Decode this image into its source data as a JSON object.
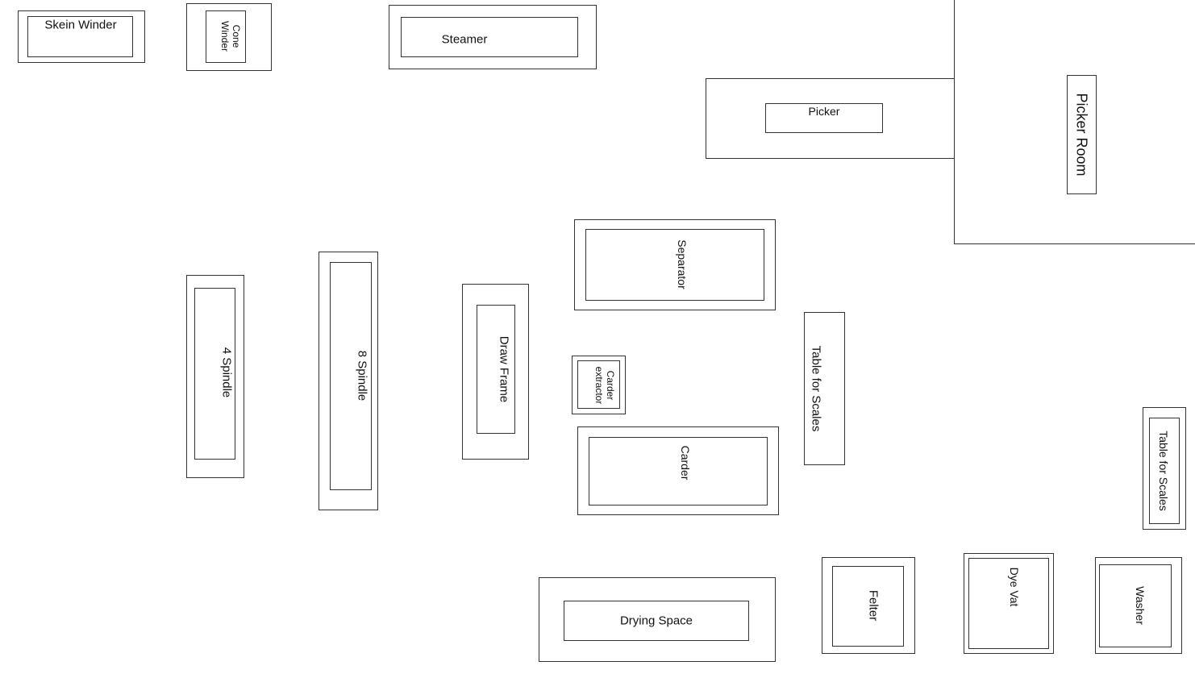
{
  "labels": {
    "skein_winder": "Skein Winder",
    "cone_winder": "Cone\nWinder",
    "steamer": "Steamer",
    "picker": "Picker",
    "picker_room": "Picker Room",
    "separator": "Separator",
    "four_spindle": "4 Spindle",
    "eight_spindle": "8 Spindle",
    "draw_frame": "Draw Frame",
    "carder_extractor": "Carder\nextractor",
    "table_for_scales_1": "Table for Scales",
    "carder": "Carder",
    "table_for_scales_2": "Table for Scales",
    "drying_space": "Drying Space",
    "felter": "Felter",
    "dye_vat": "Dye Vat",
    "washer": "Washer"
  }
}
